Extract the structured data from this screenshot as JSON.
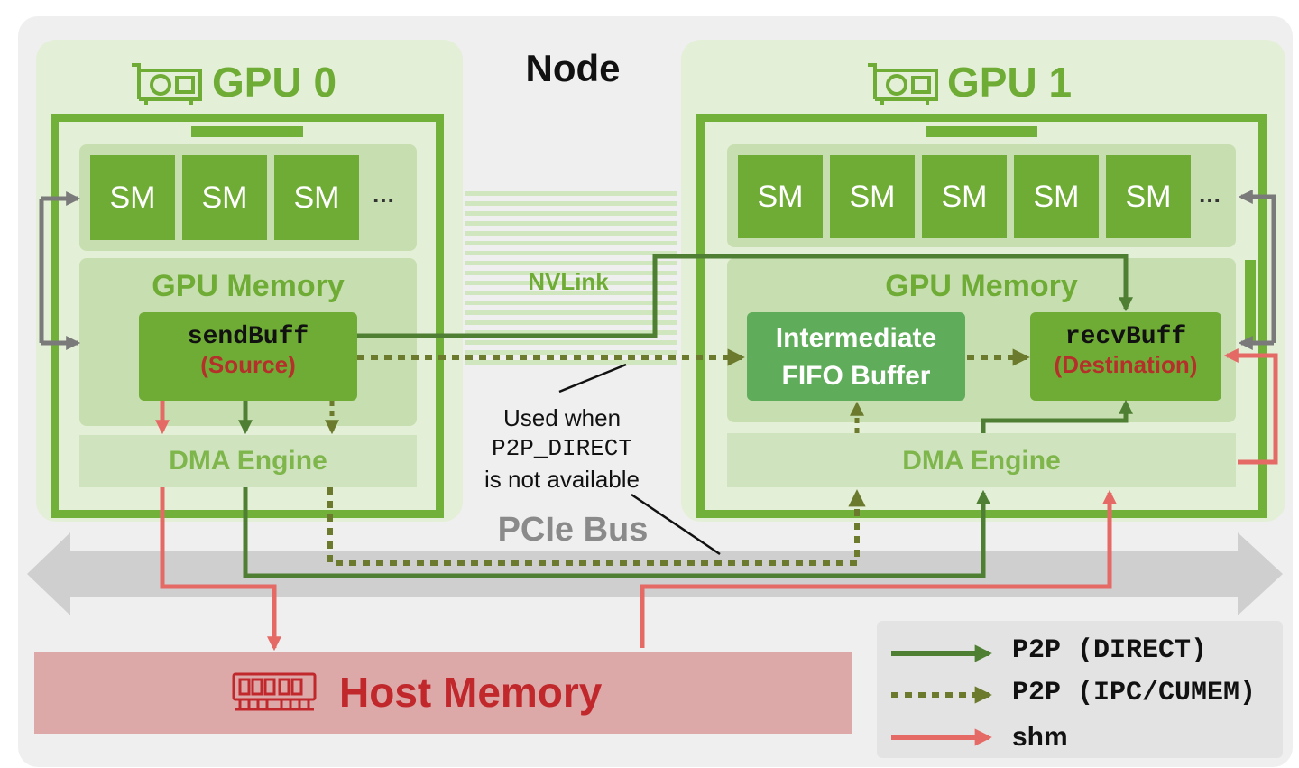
{
  "node": {
    "title": "Node"
  },
  "gpu0": {
    "title": "GPU 0",
    "sm_labels": [
      "SM",
      "SM",
      "SM"
    ],
    "more": "…",
    "memory_label": "GPU Memory",
    "send_buff": {
      "name": "sendBuff",
      "role": "(Source)"
    },
    "dma_label": "DMA Engine"
  },
  "gpu1": {
    "title": "GPU 1",
    "sm_labels": [
      "SM",
      "SM",
      "SM",
      "SM",
      "SM"
    ],
    "more": "…",
    "memory_label": "GPU Memory",
    "fifo_label": [
      "Intermediate",
      "FIFO Buffer"
    ],
    "recv_buff": {
      "name": "recvBuff",
      "role": "(Destination)"
    },
    "dma_label": "DMA Engine"
  },
  "nvlink": {
    "label": "NVLink"
  },
  "pcie": {
    "label": "PCIe Bus"
  },
  "note": {
    "lines": [
      "Used when",
      "P2P_DIRECT",
      "is not available"
    ]
  },
  "host_memory": {
    "label": "Host Memory"
  },
  "legend": {
    "items": [
      {
        "label": "P2P (DIRECT)",
        "style": "solid",
        "color": "#4f7f33"
      },
      {
        "label": "P2P (IPC/CUMEM)",
        "style": "dotted",
        "color": "#6b7a2c"
      },
      {
        "label": "shm",
        "style": "solid",
        "color": "#e56a66"
      }
    ]
  },
  "colors": {
    "gpu_green": "#71b13a",
    "sm_green": "#6fac35",
    "direct_path": "#4f7f33",
    "ipc_path": "#6b7a2c",
    "shm_path": "#e56a66",
    "host_bg": "#dda8a8",
    "host_text": "#c0282c",
    "pcie_gray": "#cfcfcf"
  }
}
